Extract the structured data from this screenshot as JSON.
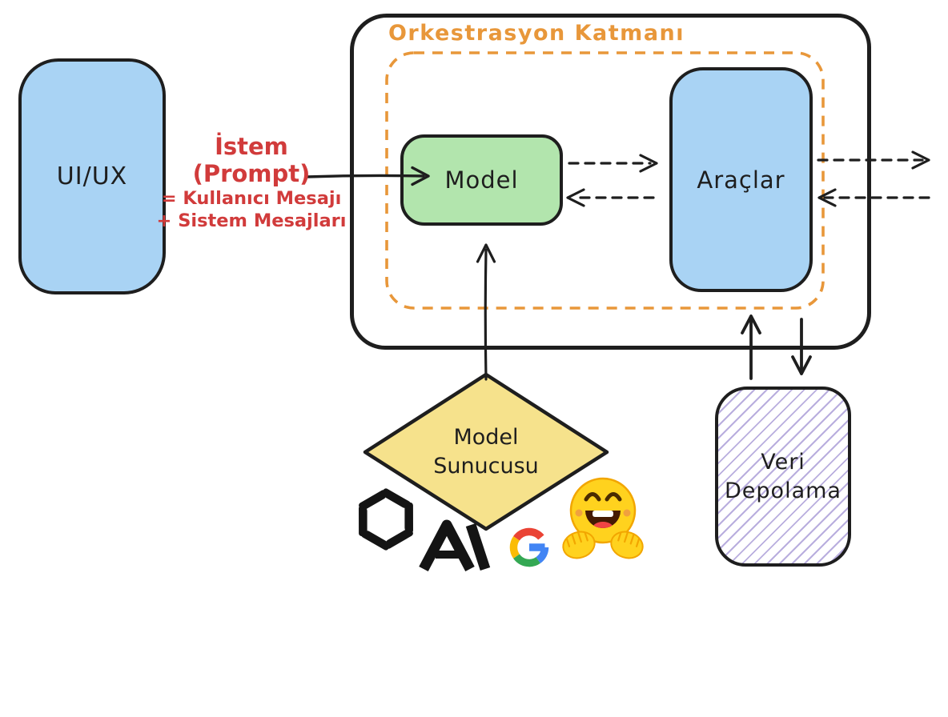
{
  "diagram_title": "Orkestrasyon Katmanı",
  "colors": {
    "ink": "#1e1e1e",
    "blue_fill": "#a9d3f4",
    "green_fill": "#b2e5ad",
    "yellow_fill": "#f6e28c",
    "orange": "#e8973a",
    "red": "#d13b3b",
    "purple_hatch": "#b9aede",
    "google_red": "#EA4335",
    "google_yellow": "#FBBC05",
    "google_green": "#34A853",
    "google_blue": "#4285F4",
    "hf_yellow": "#FFD21E",
    "hf_outline": "#F2A600"
  },
  "nodes": {
    "uiux": {
      "label": "UI/UX"
    },
    "orchestration_layer": {
      "title": "Orkestrasyon Katmanı"
    },
    "model": {
      "label": "Model"
    },
    "tools": {
      "label": "Araçlar"
    },
    "model_server": {
      "line1": "Model",
      "line2": "Sunucusu"
    },
    "data_storage": {
      "line1": "Veri",
      "line2": "Depolama"
    }
  },
  "prompt_note": {
    "line1": "İstem",
    "line2": "(Prompt)",
    "line3": "= Kullanıcı Mesajı",
    "line4": "+ Sistem Mesajları"
  },
  "icons": [
    "openai-logo-icon",
    "anthropic-logo-icon",
    "google-logo-icon",
    "huggingface-logo-icon"
  ]
}
